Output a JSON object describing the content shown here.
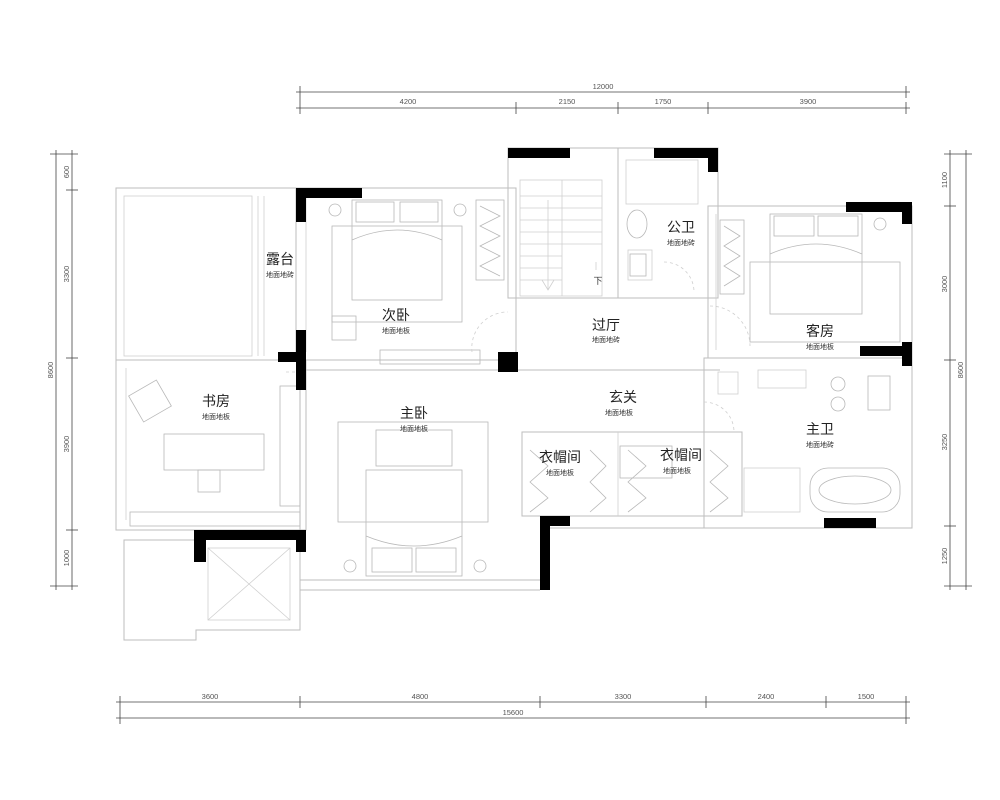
{
  "rooms": {
    "terrace": {
      "name": "露台",
      "floor": "地面地砖"
    },
    "second_bedroom": {
      "name": "次卧",
      "floor": "地面地板"
    },
    "hallway": {
      "name": "过厅",
      "floor": "地面地砖"
    },
    "public_bath": {
      "name": "公卫",
      "floor": "地面地砖"
    },
    "guest_room": {
      "name": "客房",
      "floor": "地面地板"
    },
    "study": {
      "name": "书房",
      "floor": "地面地板"
    },
    "master_bedroom": {
      "name": "主卧",
      "floor": "地面地板"
    },
    "foyer": {
      "name": "玄关",
      "floor": "地面地板"
    },
    "master_bath": {
      "name": "主卫",
      "floor": "地面地砖"
    },
    "closet_1": {
      "name": "衣帽间",
      "floor": "地面地板"
    },
    "closet_2": {
      "name": "衣帽间",
      "floor": "地面地板"
    }
  },
  "stair_label": "下",
  "dimensions": {
    "top_total": "12000",
    "top_segments": [
      "4200",
      "2150",
      "1750",
      "3900"
    ],
    "bottom_total": "15600",
    "bottom_segments": [
      "3600",
      "4800",
      "3300",
      "2400",
      "1500"
    ],
    "left_total": "8600",
    "left_segments": [
      "600",
      "3300",
      "3900",
      "1000"
    ],
    "right_total": "8600",
    "right_segments": [
      "1100",
      "3000",
      "3250",
      "1250"
    ]
  },
  "colors": {
    "column": "#000000",
    "wall": "#bdbdbd",
    "text": "#222222"
  }
}
